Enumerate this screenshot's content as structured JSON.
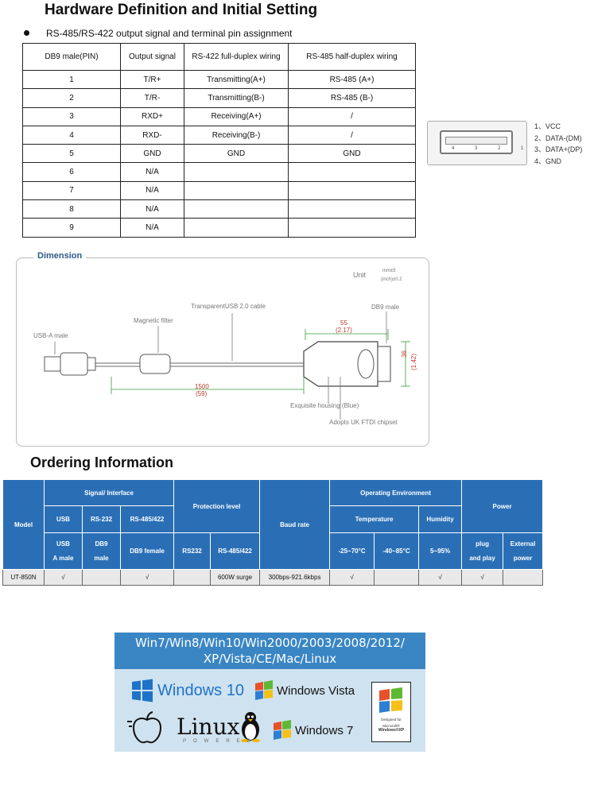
{
  "section1": {
    "title": "Hardware Definition and Initial Setting",
    "subtitle": "RS-485/RS-422 output signal and terminal pin assignment",
    "table_header": [
      "DB9 male(PIN)",
      "Output signal",
      "RS-422 full-duplex wiring",
      "RS-485 half-duplex wiring"
    ],
    "rows": [
      [
        "1",
        "T/R+",
        "Transmitting(A+)",
        "RS-485 (A+)"
      ],
      [
        "2",
        "T/R-",
        "Transmitting(B-)",
        "RS-485 (B-)"
      ],
      [
        "3",
        "RXD+",
        "Receiving(A+)",
        "/"
      ],
      [
        "4",
        "RXD-",
        "Receiving(B-)",
        "/"
      ],
      [
        "5",
        "GND",
        "GND",
        "GND"
      ],
      [
        "6",
        "N/A",
        "",
        ""
      ],
      [
        "7",
        "N/A",
        "",
        ""
      ],
      [
        "8",
        "N/A",
        "",
        ""
      ],
      [
        "9",
        "N/A",
        "",
        ""
      ]
    ]
  },
  "usb_pinout": {
    "pin_numbers": "4 3 2 1",
    "items": [
      "1、VCC",
      "2、DATA-(DM)",
      "3、DATA+(DP)",
      "4、GND"
    ]
  },
  "dimension": {
    "title": "Dimension",
    "unit_label": "Unit",
    "unit_mm": "mm±5",
    "unit_inch": "(inch)±0.2",
    "cable_label": "TransparentUSB 2.0 cable",
    "filter_label": "Magnetic filter",
    "usb_label": "USB-A male",
    "db9_label": "DB9 male",
    "len_mm": "1500",
    "len_in": "(59)",
    "w_mm": "55",
    "w_in": "(2.17)",
    "h_mm": "36",
    "h_in": "(1.42)",
    "housing_label": "Exquisite housing (Blue)",
    "chipset_label": "Adopts UK FTDI chipset"
  },
  "ordering": {
    "title": "Ordering Information",
    "h_model": "Model",
    "h_signal": "Signal/ Interface",
    "h_protection": "Protection level",
    "h_baud": "Baud rate",
    "h_env": "Operating Environment",
    "h_power": "Power",
    "h_usb": "USB",
    "h_rs232": "RS-232",
    "h_rs485": "RS-485/422",
    "h_temp": "Temperature",
    "h_humidity": "Humidity",
    "s_usb1": "USB",
    "s_usb2": "A male",
    "s_db9_1": "DB9",
    "s_db9_2": "male",
    "s_db9f": "DB9 female",
    "s_rs232": "RS232",
    "s_rs485": "RS-485/422",
    "s_t1": "-25~70°C",
    "s_t2": "-40~85°C",
    "s_hum": "5~95%",
    "s_plug1": "plug",
    "s_plug2": "and play",
    "s_ext1": "External",
    "s_ext2": "power",
    "row": [
      "UT-850N",
      "√",
      "",
      "√",
      "",
      "600W surge",
      "300bps-921.6kbps",
      "√",
      "",
      "√",
      "√",
      ""
    ]
  },
  "os": {
    "line1": "Win7/Win8/Win10/Win2000/2003/2008/2012/",
    "line2": "XP/Vista/CE/Mac/Linux",
    "win10": "Windows 10",
    "vista": "Windows Vista",
    "win7": "Windows 7",
    "linux": "Linux",
    "powered": "POWERED",
    "xp_designed": "Designed for",
    "xp_ms": "Microsoft®",
    "xp_name": "Windows®XP"
  }
}
